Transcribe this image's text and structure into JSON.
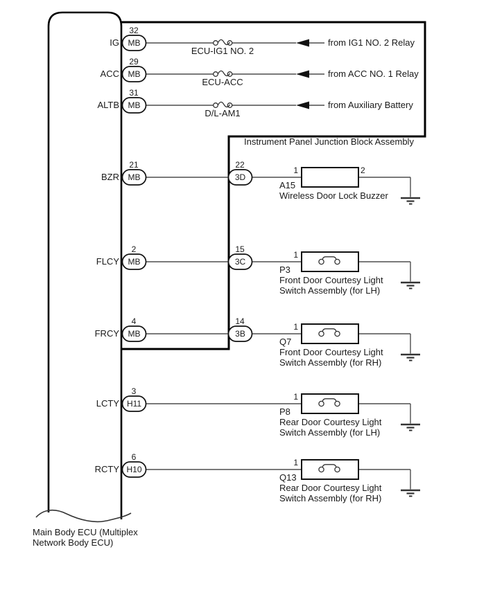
{
  "labels": {
    "junction_block": "Instrument Panel Junction Block Assembly",
    "ecu_line1": "Main Body ECU (Multiplex",
    "ecu_line2": "Network Body ECU)"
  },
  "power_rows": [
    {
      "signal": "IG",
      "pin": "32",
      "ecu_connector": "MB",
      "fuse": "ECU-IG1 NO. 2",
      "source": "from IG1 NO. 2 Relay"
    },
    {
      "signal": "ACC",
      "pin": "29",
      "ecu_connector": "MB",
      "fuse": "ECU-ACC",
      "source": "from ACC NO. 1 Relay"
    },
    {
      "signal": "ALTB",
      "pin": "31",
      "ecu_connector": "MB",
      "fuse": "D/L-AM1",
      "source": "from Auxiliary Battery"
    }
  ],
  "load_rows": [
    {
      "signal": "BZR",
      "pin": "21",
      "ecu_connector": "MB",
      "jb_pin": "22",
      "jb_connector": "3D",
      "comp_pin1": "1",
      "comp_pin2": "2",
      "code": "A15",
      "name1": "Wireless Door Lock Buzzer",
      "name2": ""
    },
    {
      "signal": "FLCY",
      "pin": "2",
      "ecu_connector": "MB",
      "jb_pin": "15",
      "jb_connector": "3C",
      "comp_pin1": "1",
      "code": "P3",
      "name1": "Front Door Courtesy Light",
      "name2": "Switch Assembly (for LH)"
    },
    {
      "signal": "FRCY",
      "pin": "4",
      "ecu_connector": "MB",
      "jb_pin": "14",
      "jb_connector": "3B",
      "comp_pin1": "1",
      "code": "Q7",
      "name1": "Front Door Courtesy Light",
      "name2": "Switch Assembly (for RH)"
    },
    {
      "signal": "LCTY",
      "pin": "3",
      "ecu_connector": "H11",
      "comp_pin1": "1",
      "code": "P8",
      "name1": "Rear Door Courtesy Light",
      "name2": "Switch Assembly (for LH)"
    },
    {
      "signal": "RCTY",
      "pin": "6",
      "ecu_connector": "H10",
      "comp_pin1": "1",
      "code": "Q13",
      "name1": "Rear Door Courtesy Light",
      "name2": "Switch Assembly (for RH)"
    }
  ],
  "colors": {
    "outline": "#000000",
    "wire": "#4d4d4d",
    "text": "#1a1a1a"
  }
}
